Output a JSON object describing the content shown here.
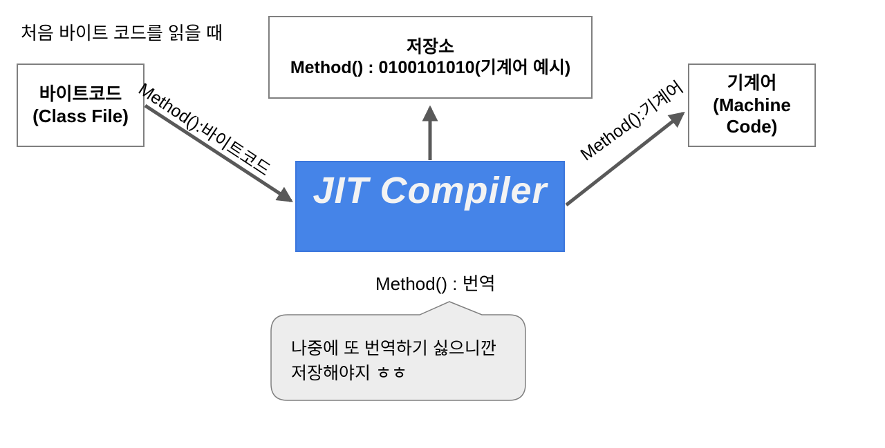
{
  "title": "처음 바이트 코드를 읽을 때",
  "colors": {
    "jit_blue": "#4584e8",
    "jit_border": "#3b76dc",
    "arrow_gray": "#595959",
    "box_border": "#7f7f7f",
    "bubble_fill": "#ededed",
    "jit_text": "#f3f3f3"
  },
  "nodes": {
    "bytecode": {
      "line1": "바이트코드",
      "line2": "(Class File)"
    },
    "storage": {
      "line1": "저장소",
      "line2": "Method() : 0100101010(기계어 예시)"
    },
    "machine": {
      "line1": "기계어",
      "line2": "(Machine",
      "line3": "Code)"
    },
    "jit": {
      "label": "JIT Compiler"
    }
  },
  "edges": {
    "bytecode_to_jit_label": "Method():바이트코드",
    "jit_to_machine_label": "Method():기계어"
  },
  "annotations": {
    "method_translate": "Method() : 번역",
    "bubble_line1": "나중에 또 번역하기 싫으니깐",
    "bubble_line2": "저장해야지 ㅎㅎ"
  }
}
